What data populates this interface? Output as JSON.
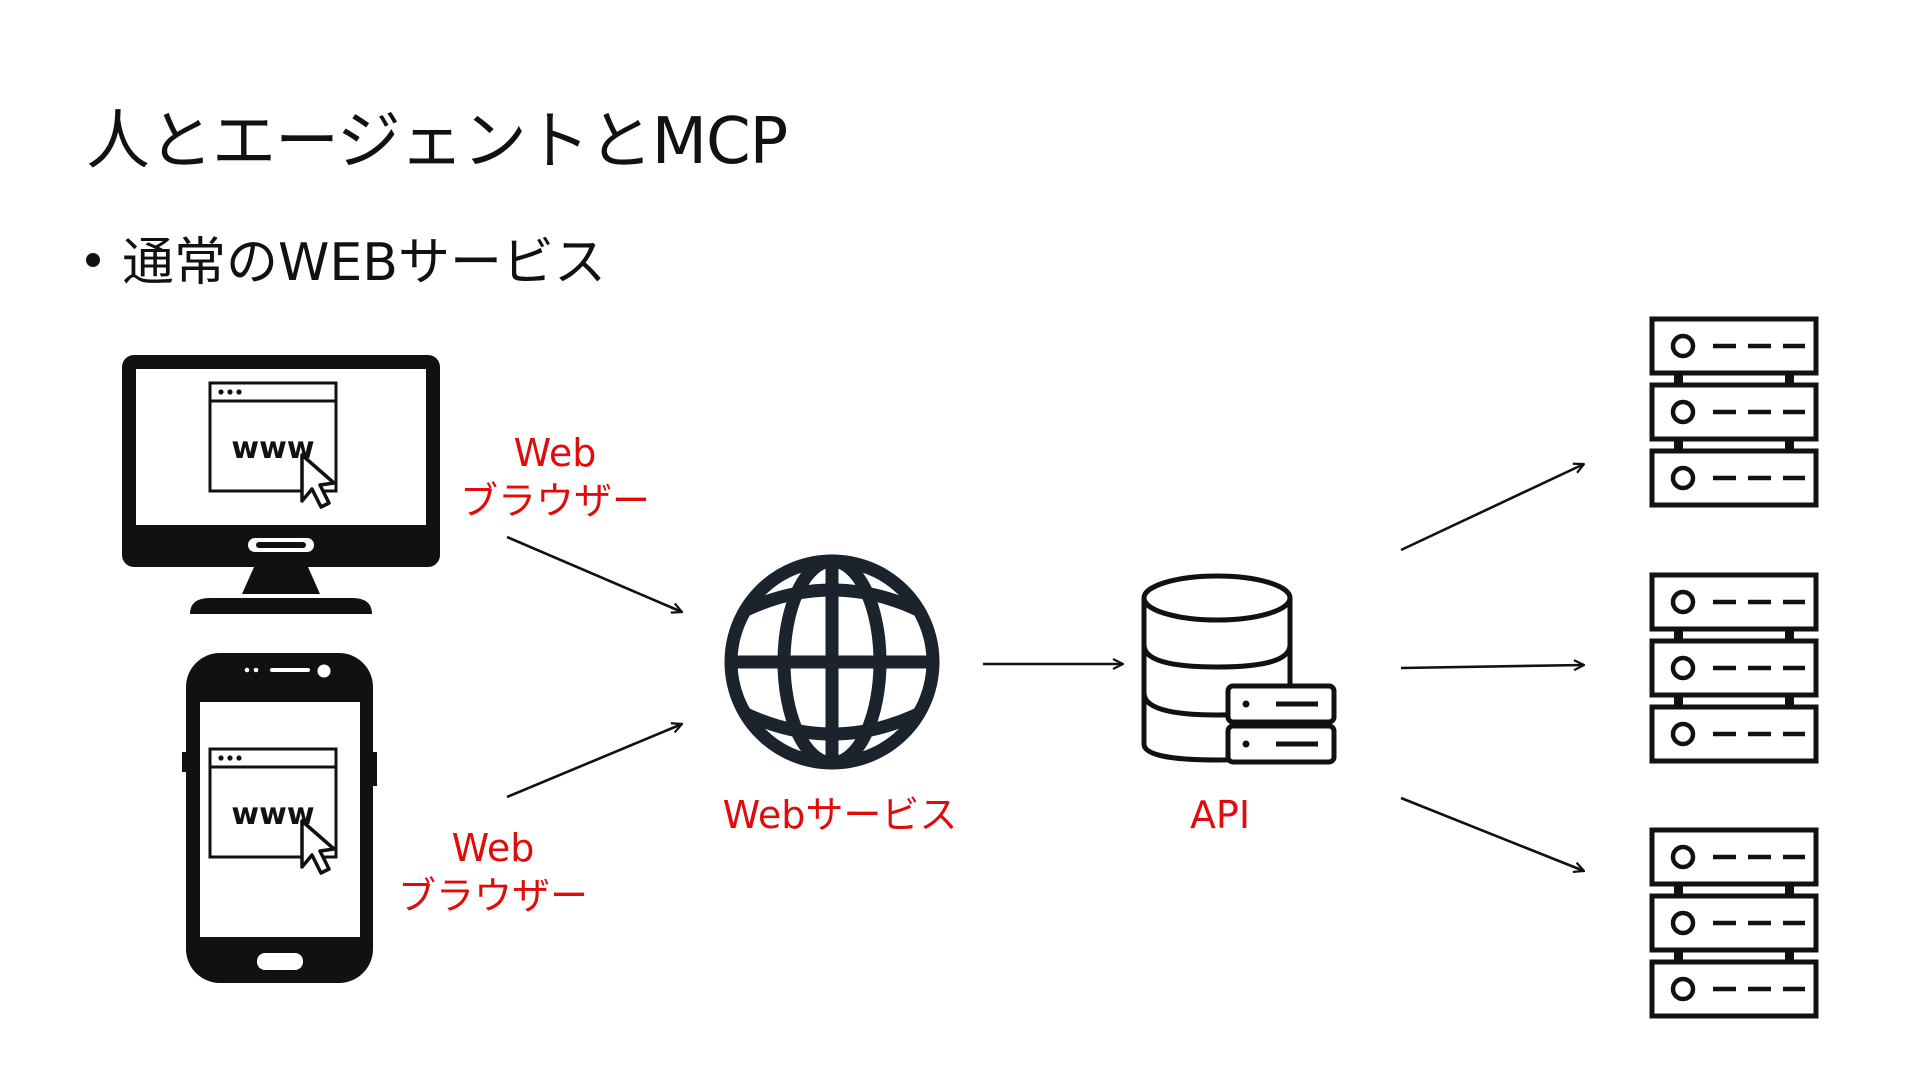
{
  "slide": {
    "title": "人とエージェントとMCP",
    "bullet": "通常のWEBサービス"
  },
  "nodes": {
    "desktop": {
      "icon": "desktop-monitor-icon",
      "screen_text": "www"
    },
    "smartphone": {
      "icon": "smartphone-icon",
      "screen_text": "www"
    },
    "web_service": {
      "icon": "globe-icon",
      "label": "Webサービス"
    },
    "api": {
      "icon": "database-server-icon",
      "label": "API"
    },
    "servers": {
      "icon": "server-rack-icon",
      "count": 3
    }
  },
  "edges": {
    "desktop_browser": {
      "line1": "Web",
      "line2": "ブラウザー"
    },
    "phone_browser": {
      "line1": "Web",
      "line2": "ブラウザー"
    }
  },
  "colors": {
    "label_red": "#e00c0c",
    "icon_black": "#111111",
    "globe_navy": "#1b232d"
  }
}
